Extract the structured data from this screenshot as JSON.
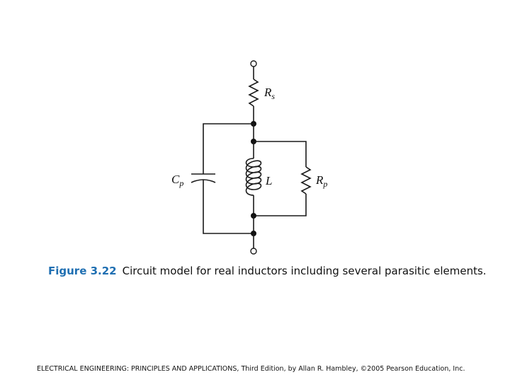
{
  "diagram": {
    "components": {
      "rs": {
        "symbol": "R",
        "subscript": "s",
        "kind": "resistor"
      },
      "cp": {
        "symbol": "C",
        "subscript": "p",
        "kind": "capacitor"
      },
      "l": {
        "symbol": "L",
        "subscript": "",
        "kind": "inductor"
      },
      "rp": {
        "symbol": "R",
        "subscript": "p",
        "kind": "resistor"
      }
    },
    "icons": {
      "terminal": "open-circle-terminal-icon",
      "junction": "filled-junction-dot-icon"
    },
    "colors": {
      "caption_number": "#1f6fb2",
      "ink": "#111111"
    }
  },
  "caption": {
    "number": "Figure 3.22",
    "text": "Circuit model for real inductors including several parasitic elements."
  },
  "footer": {
    "text": "ELECTRICAL ENGINEERING: PRINCIPLES AND APPLICATIONS, Third Edition, by Allan R. Hambley, ©2005 Pearson Education, Inc."
  }
}
